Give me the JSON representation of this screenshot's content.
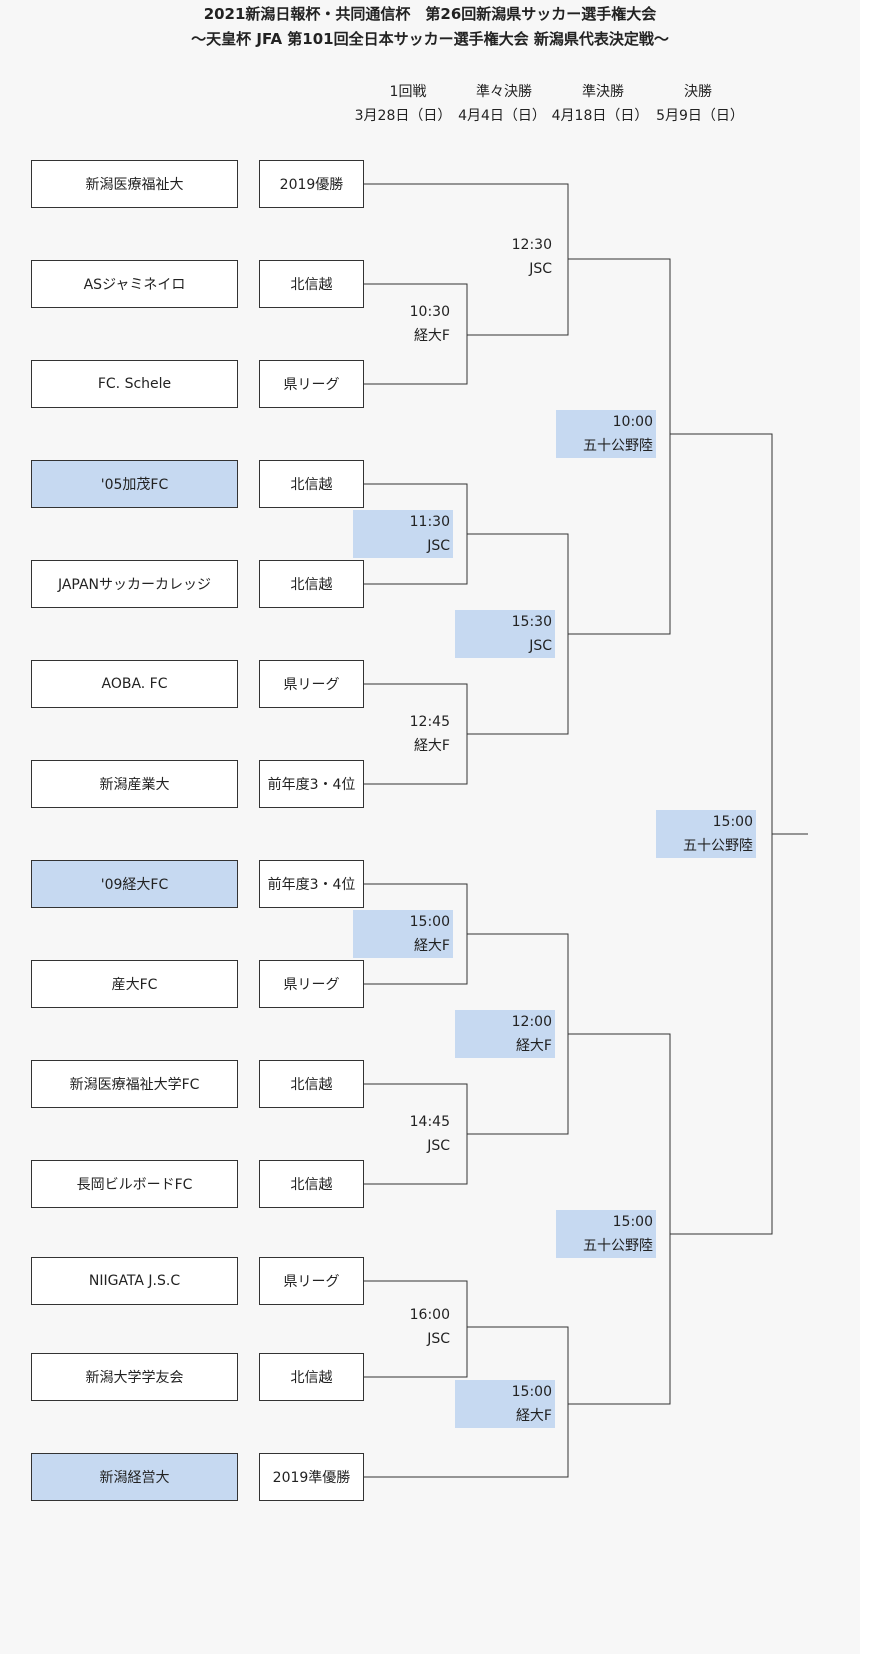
{
  "title": {
    "line1": "2021新潟日報杯・共同通信杯　第26回新潟県サッカー選手権大会",
    "line2": "～天皇杯 JFA 第101回全日本サッカー選手権大会 新潟県代表決定戦～"
  },
  "rounds": [
    {
      "name": "1回戦",
      "date": "3月28日（日）"
    },
    {
      "name": "準々決勝",
      "date": "4月4日（日）"
    },
    {
      "name": "準決勝",
      "date": "4月18日（日）"
    },
    {
      "name": "決勝",
      "date": "5月9日（日）"
    }
  ],
  "teams": [
    {
      "name": "新潟医療福祉大",
      "qualifier": "2019優勝",
      "highlighted": false
    },
    {
      "name": "ASジャミネイロ",
      "qualifier": "北信越",
      "highlighted": false
    },
    {
      "name": "FC. Schele",
      "qualifier": "県リーグ",
      "highlighted": false
    },
    {
      "name": "'05加茂FC",
      "qualifier": "北信越",
      "highlighted": true
    },
    {
      "name": "JAPANサッカーカレッジ",
      "qualifier": "北信越",
      "highlighted": false
    },
    {
      "name": "AOBA. FC",
      "qualifier": "県リーグ",
      "highlighted": false
    },
    {
      "name": "新潟産業大",
      "qualifier": "前年度3・4位",
      "highlighted": false
    },
    {
      "name": "'09経大FC",
      "qualifier": "前年度3・4位",
      "highlighted": true
    },
    {
      "name": "産大FC",
      "qualifier": "県リーグ",
      "highlighted": false
    },
    {
      "name": "新潟医療福祉大学FC",
      "qualifier": "北信越",
      "highlighted": false
    },
    {
      "name": "長岡ビルボードFC",
      "qualifier": "北信越",
      "highlighted": false
    },
    {
      "name": "NIIGATA J.S.C",
      "qualifier": "県リーグ",
      "highlighted": false
    },
    {
      "name": "新潟大学学友会",
      "qualifier": "北信越",
      "highlighted": false
    },
    {
      "name": "新潟経営大",
      "qualifier": "2019準優勝",
      "highlighted": true
    }
  ],
  "matches": {
    "round1": [
      {
        "time": "10:30",
        "venue": "経大F",
        "highlighted": false
      },
      {
        "time": "11:30",
        "venue": "JSC",
        "highlighted": true
      },
      {
        "time": "12:45",
        "venue": "経大F",
        "highlighted": false
      },
      {
        "time": "15:00",
        "venue": "経大F",
        "highlighted": true
      },
      {
        "time": "14:45",
        "venue": "JSC",
        "highlighted": false
      },
      {
        "time": "16:00",
        "venue": "JSC",
        "highlighted": false
      }
    ],
    "quarterfinals": [
      {
        "time": "12:30",
        "venue": "JSC",
        "highlighted": false
      },
      {
        "time": "15:30",
        "venue": "JSC",
        "highlighted": true
      },
      {
        "time": "12:00",
        "venue": "経大F",
        "highlighted": true
      },
      {
        "time": "15:00",
        "venue": "経大F",
        "highlighted": true
      }
    ],
    "semifinals": [
      {
        "time": "10:00",
        "venue": "五十公野陸",
        "highlighted": true
      },
      {
        "time": "15:00",
        "venue": "五十公野陸",
        "highlighted": true
      }
    ],
    "final": {
      "time": "15:00",
      "venue": "五十公野陸",
      "highlighted": true
    }
  },
  "colors": {
    "highlight": "#c6d9f1",
    "background": "#f7f7f7",
    "line": "#333333"
  }
}
